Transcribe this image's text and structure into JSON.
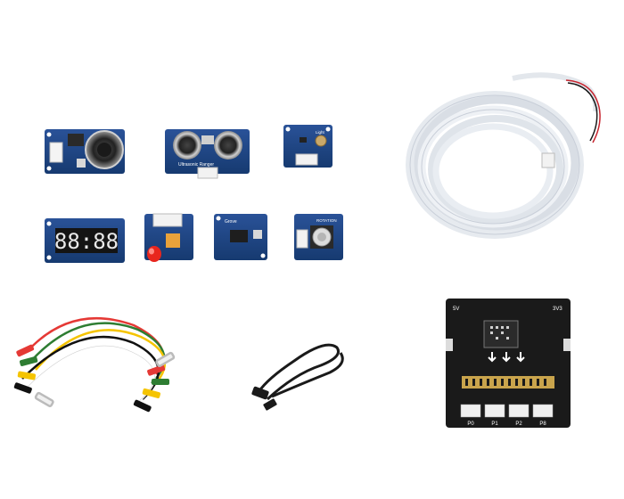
{
  "scene": {
    "background": "#ffffff",
    "board_color": "#1d3f78",
    "edge_board_color": "#1a1a1a",
    "led_strip_color": "#e9edf2"
  },
  "modules": {
    "speaker": {
      "icon": "speaker-icon"
    },
    "ultrasonic_ranger": {
      "label": "Ultrasonic Ranger",
      "icon": "ultrasonic-sensor-icon"
    },
    "light_sensor": {
      "label": "Light",
      "icon": "light-sensor-icon"
    },
    "display_4digit": {
      "digits": "88:88",
      "icon": "seven-segment-display-icon"
    },
    "led_socket": {
      "icon": "led-icon"
    },
    "sensor_chip": {
      "label": "Grove",
      "icon": "chip-icon"
    },
    "rotary_angle": {
      "label": "ROTATION",
      "icon": "potentiometer-icon"
    }
  },
  "accessories": {
    "led_strip": {
      "icon": "led-strip-icon"
    },
    "crocodile_clips": {
      "icon": "alligator-clip-cables-icon"
    },
    "usb_cable": {
      "icon": "usb-cable-icon"
    }
  },
  "edge_board": {
    "ports": [
      "P0",
      "P1",
      "P2",
      "P8"
    ],
    "side_labels": [
      "5V",
      "3V3"
    ],
    "icon": "microbit-expansion-board-icon"
  }
}
